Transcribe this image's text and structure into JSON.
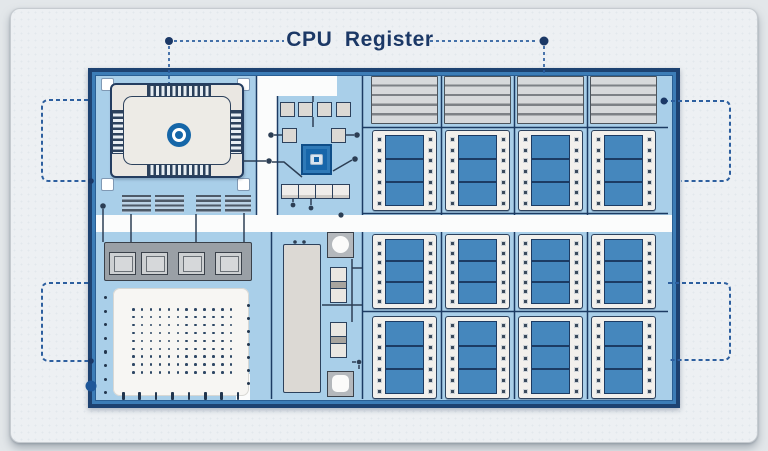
{
  "title": "CPU Register",
  "colors": {
    "page_bg": "#e3e7ea",
    "card_bg": "#edf0f3",
    "card_border": "#c6cbd0",
    "title_navy": "#1b3866",
    "board_border": "#1d4271",
    "board_band": "#3c7db7",
    "board_fill": "#a9cfe9",
    "channel_white": "#fbfcfc",
    "line_navy": "#2c415c",
    "callout_blue": "#2d5f9f",
    "component_gray": "#dcd9d4",
    "chip_body_gray": "#eae7e2",
    "memory_frame": "#f2f0ec",
    "memory_window_blue": "#4587bd",
    "controller_blue": "#1766aa",
    "cpu_center_blue": "#1566a8",
    "dimm_gray": "#d7d9db",
    "io_bar_gray": "#9aa0a6"
  },
  "board": {
    "cpu": {
      "corner_pads": 4,
      "pin_strips": 4
    },
    "trace_ribbons": 2,
    "io_bar": {
      "slots": 4
    },
    "pin_grid": {
      "rows": 9,
      "cols": 12,
      "left_dots": 8,
      "right_dots": 7,
      "bottom_pins": 8
    },
    "logic": {
      "cells": 4,
      "pads": 2,
      "strip_segments": 4,
      "capacitors": 2,
      "oscillators": 2
    },
    "memory": {
      "columns": 4,
      "chip_rows": 3,
      "chips_total": 12,
      "window_panes": 3,
      "pins_per_side": 7,
      "dimm_slots": 4,
      "dimm_slats": 5
    }
  },
  "callouts": {
    "left_boxes": 2,
    "right_boxes": 2,
    "title_connector_dots": 2
  }
}
